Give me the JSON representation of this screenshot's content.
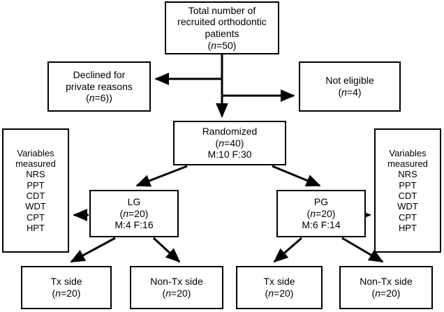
{
  "diagram": {
    "type": "flowchart",
    "title": "CONSORT-style participant flow diagram",
    "stroke_color": "#000000",
    "background_color": "#ffffff"
  },
  "nodes": {
    "total": {
      "name": "total-recruited-box",
      "lines": [
        "Total number of",
        "recruited orthodontic",
        "patients",
        "(n=50)"
      ],
      "n": 50
    },
    "declined": {
      "name": "declined-box",
      "lines": [
        "Declined for",
        "private reasons",
        "(n=6))"
      ],
      "n": 6
    },
    "not_eligible": {
      "name": "not-eligible-box",
      "lines": [
        "Not eligible",
        "(n=4)"
      ],
      "n": 4
    },
    "randomized": {
      "name": "randomized-box",
      "lines": [
        "Randomized",
        "(n=40)",
        "M:10 F:30"
      ],
      "n": 40,
      "males": 10,
      "females": 30
    },
    "variables_left": {
      "name": "variables-measured-left-box",
      "heading": [
        "Variables",
        "measured"
      ],
      "items": [
        "NRS",
        "PPT",
        "CDT",
        "WDT",
        "CPT",
        "HPT"
      ]
    },
    "variables_right": {
      "name": "variables-measured-right-box",
      "heading": [
        "Variables",
        "measured"
      ],
      "items": [
        "NRS",
        "PPT",
        "CDT",
        "WDT",
        "CPT",
        "HPT"
      ]
    },
    "lg": {
      "name": "lg-group-box",
      "lines": [
        "LG",
        "(n=20)",
        "M:4 F:16"
      ],
      "n": 20,
      "males": 4,
      "females": 16
    },
    "pg": {
      "name": "pg-group-box",
      "lines": [
        "PG",
        "(n=20)",
        "M:6 F:14"
      ],
      "n": 20,
      "males": 6,
      "females": 14
    },
    "lg_tx": {
      "name": "lg-tx-side-box",
      "lines": [
        "Tx side",
        "(n=20)"
      ],
      "n": 20
    },
    "lg_nontx": {
      "name": "lg-non-tx-side-box",
      "lines": [
        "Non-Tx side",
        "(n=20)"
      ],
      "n": 20
    },
    "pg_tx": {
      "name": "pg-tx-side-box",
      "lines": [
        "Tx side",
        "(n=20)"
      ],
      "n": 20
    },
    "pg_nontx": {
      "name": "pg-non-tx-side-box",
      "lines": [
        "Non-Tx side",
        "(n=20)"
      ],
      "n": 20
    }
  },
  "edges": [
    {
      "from": "total",
      "to": "randomized",
      "style": "vertical-arrow"
    },
    {
      "from": "total",
      "to": "declined",
      "style": "left-arrow"
    },
    {
      "from": "total",
      "to": "not_eligible",
      "style": "right-arrow"
    },
    {
      "from": "randomized",
      "to": "lg",
      "style": "diagonal-arrow"
    },
    {
      "from": "randomized",
      "to": "pg",
      "style": "diagonal-arrow"
    },
    {
      "from": "lg",
      "to": "variables_left",
      "style": "left-arrow"
    },
    {
      "from": "pg",
      "to": "variables_right",
      "style": "right-arrow"
    },
    {
      "from": "lg",
      "to": "lg_tx",
      "style": "diagonal-arrow"
    },
    {
      "from": "lg",
      "to": "lg_nontx",
      "style": "diagonal-arrow"
    },
    {
      "from": "pg",
      "to": "pg_tx",
      "style": "diagonal-arrow"
    },
    {
      "from": "pg",
      "to": "pg_nontx",
      "style": "diagonal-arrow"
    }
  ]
}
